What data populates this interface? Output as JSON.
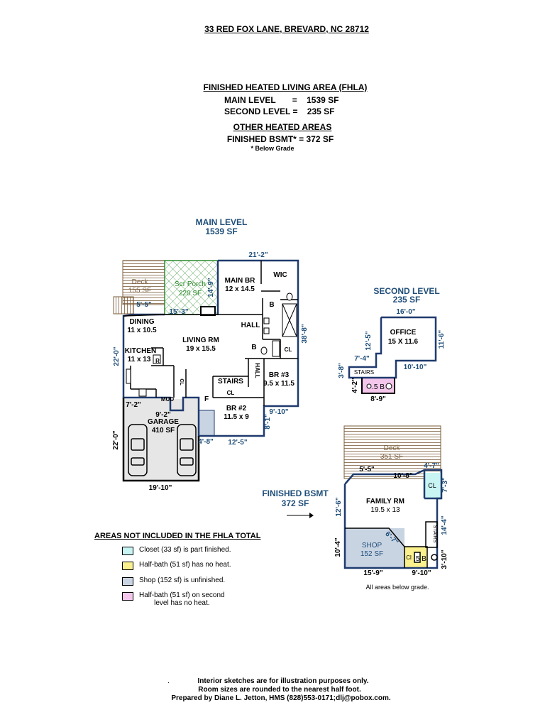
{
  "address": "33 RED FOX LANE, BREVARD, NC 28712",
  "summary": {
    "fhla_title": "FINISHED HEATED LIVING AREA (FHLA)",
    "main_level": "MAIN LEVEL       =    1539 SF",
    "second_level": "SECOND LEVEL =    235 SF",
    "other_title": "OTHER HEATED AREAS",
    "bsmt": "FINISHED BSMT* =  372 SF",
    "below_grade_note": "* Below Grade"
  },
  "main_level": {
    "title": "MAIN LEVEL",
    "sf": "1539 SF",
    "rooms": {
      "deck_name": "Deck",
      "deck_sf": "155 SF",
      "porch_name": "Scr Porch",
      "porch_sf": "220 SF",
      "main_br": "MAIN BR",
      "main_br_size": "12 x 14.5",
      "wic": "WIC",
      "dining": "DINING",
      "dining_size": "11 x 10.5",
      "living": "LIVING RM",
      "living_size": "19 x 15.5",
      "kitchen": "KITCHEN",
      "kitchen_size": "11 x 13",
      "hall": "HALL",
      "hall_v": "HALL",
      "bath_b1": "B",
      "bath_b2": "B",
      "cl1": "CL",
      "cl2": "CL",
      "cl3": "CL",
      "stairs": "STAIRS",
      "br3": "BR #3",
      "br3_size": "9.5 x 11.5",
      "br2": "BR #2",
      "br2_size": "11.5 x 9",
      "mud": "MUD",
      "f": "F",
      "r": "R",
      "garage": "GARAGE",
      "garage_sf": "410 SF"
    },
    "dims": {
      "top": "21'-2\"",
      "porch_depth": "14'-9\"",
      "deck_w": "5'-5\"",
      "porch_w": "15'-3\"",
      "right": "38'-8\"",
      "left": "22'-0\"",
      "step_w": "7'-2\"",
      "step_w2": "9'-2\"",
      "br2_w": "9'-10\"",
      "br2_d": "8'-1\"",
      "garage_d": "22'-0\"",
      "garage_w": "19'-10\"",
      "small": "4'-8\"",
      "br2_bottom": "12'-5\""
    }
  },
  "second_level": {
    "title": "SECOND LEVEL",
    "sf": "235 SF",
    "office": "OFFICE",
    "office_size": "15 X 11.6",
    "stairs": "STAIRS",
    "half_bath": ".5 B",
    "dims": {
      "top": "16'-0\"",
      "right": "11'-6\"",
      "left_upper": "12'-5\"",
      "mid": "10'-10\"",
      "stairs_w": "7'-4\"",
      "stairs_h": "3'-8\"",
      "bath_h": "4'-2\"",
      "bottom": "8'-9\""
    }
  },
  "basement": {
    "title": "FINISHED BSMT",
    "sf": "372 SF",
    "deck_name": "Deck",
    "deck_sf": "351 SF",
    "family": "FAMILY RM",
    "family_size": "19.5 x 13",
    "cl": "CL",
    "shop": "SHOP",
    "shop_sf": "152 SF",
    "half_bath": ".5 B",
    "stairs": "STAIRS",
    "cl_small": "Cl",
    "dims": {
      "deck_w": "5'-5\"",
      "mid": "10'-8\"",
      "cl_w": "4'-7\"",
      "cl_h": "7'-3\"",
      "left": "12'-6\"",
      "right": "14'-4\"",
      "shop_h": "10'-4\"",
      "diag": "6'-7\"",
      "bottom": "15'-9\"",
      "bath_w": "9'-10\"",
      "bath_h": "3'-10\""
    },
    "note": "All areas below grade."
  },
  "legend": {
    "title": "AREAS NOT INCLUDED IN THE FHLA TOTAL",
    "items": [
      {
        "label": "Closet (33 sf) is part finished.",
        "color": "#c8f4f4"
      },
      {
        "label": "Half-bath (51 sf) has no heat.",
        "color": "#fbf08e"
      },
      {
        "label": "Shop (152 sf) is unfinished.",
        "color": "#c9d4e3"
      },
      {
        "label": "Half-bath (51 sf) on second",
        "label2": "level has no heat.",
        "color": "#f4c6ec"
      }
    ]
  },
  "footer": {
    "line1": "Interior sketches are for illustration purposes only.",
    "line2": "Room sizes are rounded to the nearest half foot.",
    "line3": "Prepared by Diane L. Jetton, HMS (828)553-0171;dlj@pobox.com.",
    "dot": "."
  },
  "colors": {
    "wall": "#1f3a6e",
    "deck": "#7a5c3a",
    "porch": "#2b8a2b",
    "blue_text": "#1f4e79",
    "garage": "#e6e6e6"
  }
}
